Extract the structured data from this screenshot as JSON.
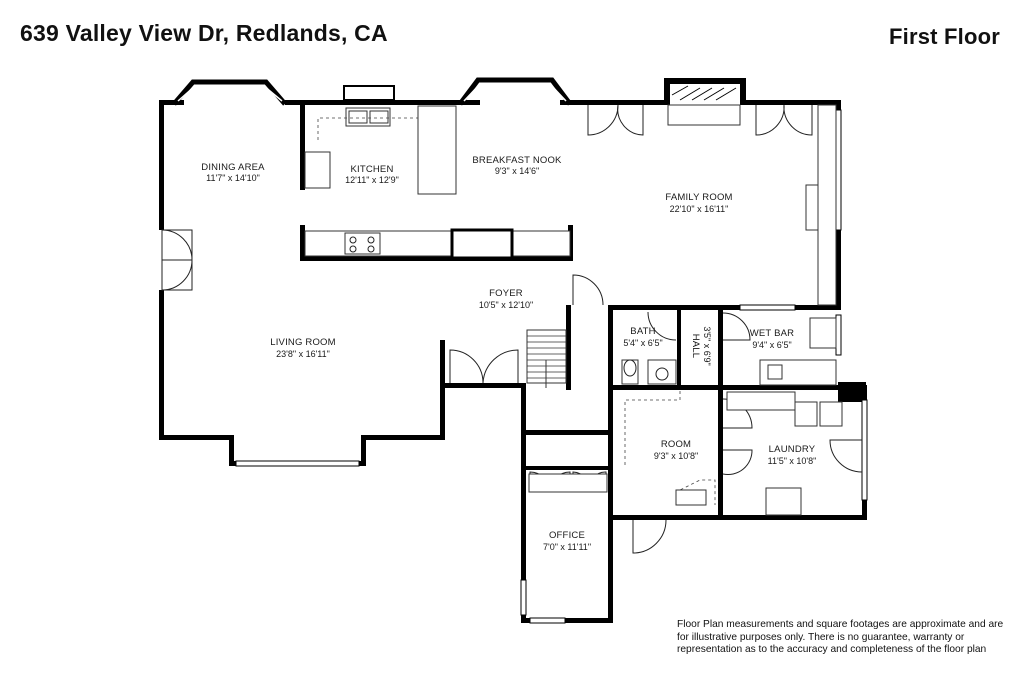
{
  "header": {
    "address": "639 Valley View Dr, Redlands, CA",
    "floor": "First Floor"
  },
  "rooms": [
    {
      "name": "DINING AREA",
      "dims": "11'7\" x 14'10\""
    },
    {
      "name": "KITCHEN",
      "dims": "12'11\" x 12'9\""
    },
    {
      "name": "BREAKFAST NOOK",
      "dims": "9'3\" x 14'6\""
    },
    {
      "name": "FAMILY ROOM",
      "dims": "22'10\" x 16'11\""
    },
    {
      "name": "FOYER",
      "dims": "10'5\" x 12'10\""
    },
    {
      "name": "LIVING ROOM",
      "dims": "23'8\" x 16'11\""
    },
    {
      "name": "BATH",
      "dims": "5'4\" x 6'5\""
    },
    {
      "name": "HALL",
      "dims": "3'5\" x 6'9\""
    },
    {
      "name": "WET BAR",
      "dims": "9'4\" x 6'5\""
    },
    {
      "name": "ROOM",
      "dims": "9'3\" x 10'8\""
    },
    {
      "name": "LAUNDRY",
      "dims": "11'5\" x 10'8\""
    },
    {
      "name": "OFFICE",
      "dims": "7'0\" x 11'11\""
    }
  ],
  "disclaimer": "Floor Plan measurements and square footages are approximate and are for illustrative purposes only. There is no guarantee, warranty or representation as to the accuracy and completeness of the floor plan"
}
